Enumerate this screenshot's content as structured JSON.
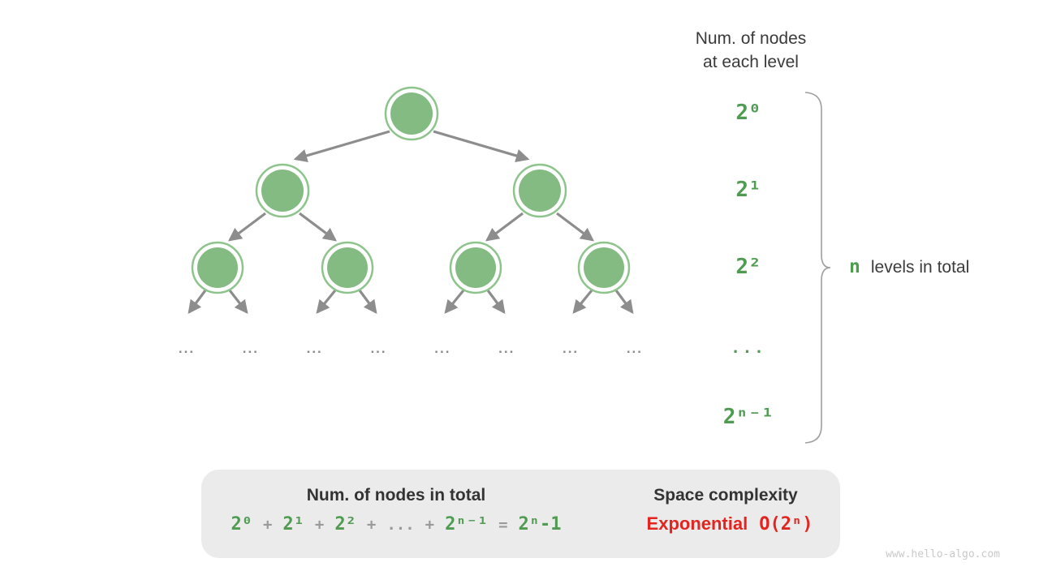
{
  "header": {
    "line1": "Num. of nodes",
    "line2": "at each level"
  },
  "levels": {
    "labels": [
      "2⁰",
      "2¹",
      "2²",
      "...",
      "2ⁿ⁻¹"
    ]
  },
  "brace_label": {
    "n": "n",
    "text": "levels in total"
  },
  "tree": {
    "ellipsis_row": [
      "...",
      "...",
      "...",
      "...",
      "...",
      "...",
      "...",
      "..."
    ]
  },
  "summary_box": {
    "left_title": "Num. of nodes in total",
    "formula": [
      {
        "text": "2⁰",
        "color": "green"
      },
      {
        "text": "+",
        "color": "gray"
      },
      {
        "text": "2¹",
        "color": "green"
      },
      {
        "text": "+",
        "color": "gray"
      },
      {
        "text": "2²",
        "color": "green"
      },
      {
        "text": "+",
        "color": "gray"
      },
      {
        "text": "...",
        "color": "gray"
      },
      {
        "text": "+",
        "color": "gray"
      },
      {
        "text": "2ⁿ⁻¹",
        "color": "green"
      },
      {
        "text": "=",
        "color": "gray"
      },
      {
        "text": "2ⁿ-1",
        "color": "green"
      }
    ],
    "right_title": "Space complexity",
    "complexity_name": "Exponential",
    "complexity_notation": "O(2ⁿ)"
  },
  "watermark": "www.hello-algo.com",
  "colors": {
    "node_fill": "#84bb82",
    "node_ring": "#8dc48b",
    "arrow_gray": "#8d8d8d",
    "green_text": "#4f9b51",
    "red_text": "#e3241f",
    "box_bg": "#ebebeb",
    "block_arrow": "#bdbdbd",
    "brace_gray": "#9e9e9e",
    "watermark_gray": "#c9c9c9"
  }
}
